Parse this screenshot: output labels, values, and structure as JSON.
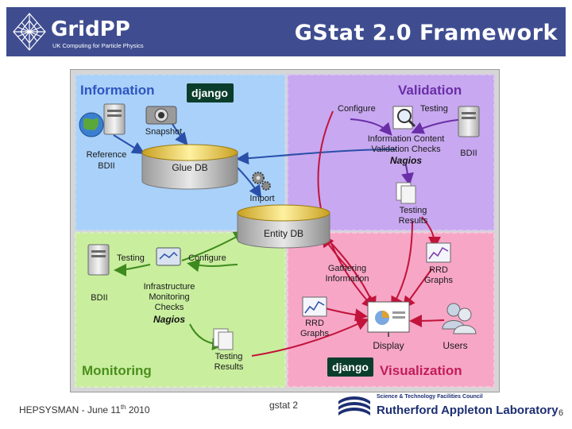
{
  "header": {
    "brand": "GridPP",
    "brand_subtitle": "UK Computing for Particle Physics",
    "title": "GStat 2.0 Framework",
    "bg_color": "#3f4d90"
  },
  "quadrants": {
    "information": {
      "title": "Information",
      "color": "#a9d1fa",
      "title_color": "#2f55c0"
    },
    "validation": {
      "title": "Validation",
      "color": "#c8a8f0",
      "title_color": "#6a2ea8"
    },
    "monitoring": {
      "title": "Monitoring",
      "color": "#c9ee9e",
      "title_color": "#4b8f1e"
    },
    "visualization": {
      "title": "Visualization",
      "color": "#f7a6c6",
      "title_color": "#c21c5a"
    }
  },
  "badges": {
    "django_info": "django",
    "django_vis": "django"
  },
  "labels": {
    "snapshot": "Snapshot",
    "reference_bdii_1": "Reference",
    "reference_bdii_2": "BDII",
    "glue_db": "Glue DB",
    "import": "Import",
    "entity_db": "Entity DB",
    "configure_val": "Configure",
    "testing_val": "Testing",
    "info_content_1": "Information Content",
    "info_content_2": "Validation Checks",
    "nagios_val": "Nagios",
    "bdii_val": "BDII",
    "testing_results_val_1": "Testing",
    "testing_results_val_2": "Results",
    "testing_mon": "Testing",
    "configure_mon": "Configure",
    "bdii_mon": "BDII",
    "infra_1": "Infrastructure",
    "infra_2": "Monitoring",
    "infra_3": "Checks",
    "nagios_mon": "Nagios",
    "testing_results_mon_1": "Testing",
    "testing_results_mon_2": "Results",
    "gathering_1": "Gathering",
    "gathering_2": "Information",
    "rrd_right_1": "RRD",
    "rrd_right_2": "Graphs",
    "rrd_left_1": "RRD",
    "rrd_left_2": "Graphs",
    "display": "Display",
    "users": "Users"
  },
  "footer": {
    "left_main": "HEPSYSMAN - June 11",
    "left_sup": "th",
    "left_tail": " 2010",
    "middle": "gstat 2",
    "org_small": "Science & Technology Facilities Council",
    "org_big": "Rutherford Appleton Laboratory",
    "page": "6"
  }
}
